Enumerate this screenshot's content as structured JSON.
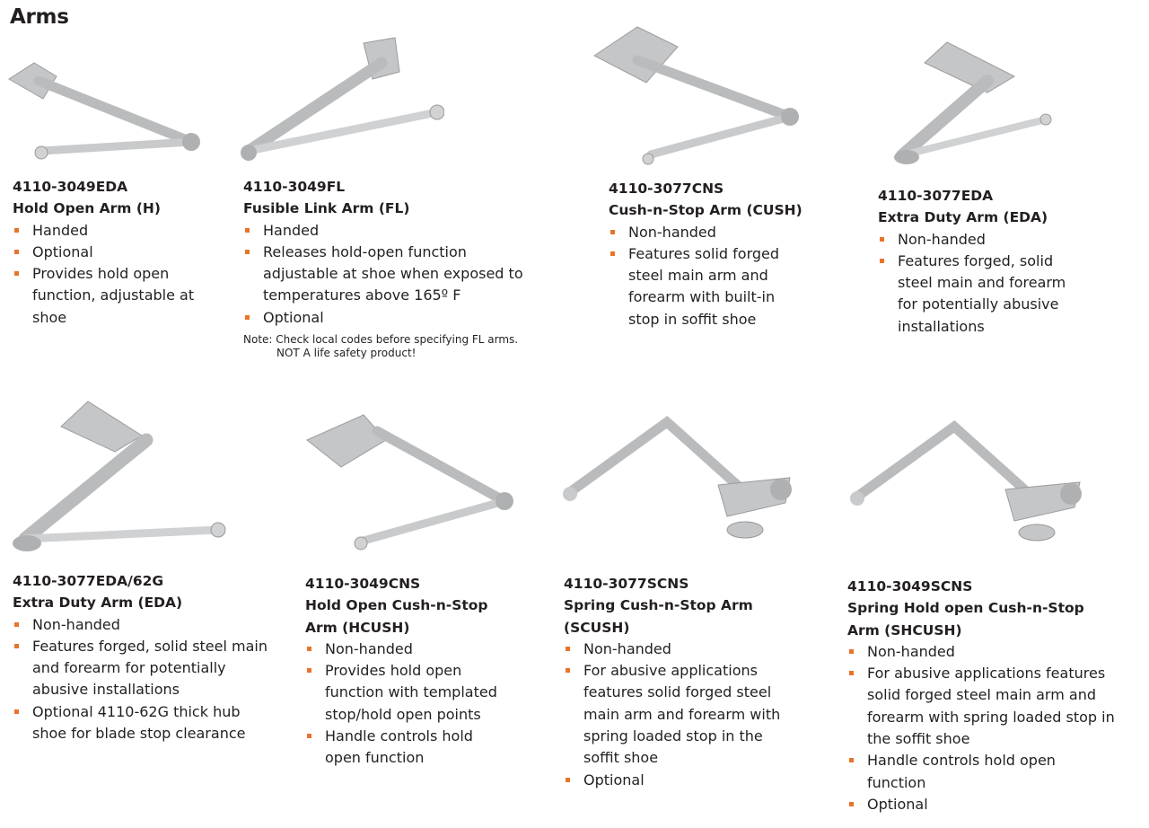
{
  "title": "Arms",
  "accent": "#e8742a",
  "products": [
    {
      "sku": "4110-3049EDA",
      "name": "Hold Open Arm (H)",
      "bullets": [
        "Handed",
        "Optional",
        "Provides hold open function, adjustable at shoe"
      ]
    },
    {
      "sku": "4110-3049FL",
      "name": "Fusible Link Arm (FL)",
      "bullets": [
        "Handed",
        "Releases hold-open function adjustable at shoe when exposed to temperatures above 165º F",
        "Optional"
      ],
      "note1": "Note: Check local codes before specifying FL arms.",
      "note2": "NOT A life safety product!"
    },
    {
      "sku": "4110-3077CNS",
      "name": "Cush-n-Stop Arm (CUSH)",
      "bullets": [
        "Non-handed",
        "Features solid forged steel main arm and forearm with built-in stop in soffit shoe"
      ]
    },
    {
      "sku": "4110-3077EDA",
      "name": "Extra Duty Arm (EDA)",
      "bullets": [
        "Non-handed",
        "Features forged, solid steel main and forearm for potentially abusive installations"
      ]
    },
    {
      "sku": "4110-3077EDA/62G",
      "name": "Extra Duty Arm (EDA)",
      "bullets": [
        "Non-handed",
        "Features forged, solid steel main and forearm for potentially abusive installations",
        "Optional 4110-62G thick hub shoe for blade stop clearance"
      ]
    },
    {
      "sku": "4110-3049CNS",
      "name": "Hold Open Cush-n-Stop Arm (HCUSH)",
      "bullets": [
        "Non-handed",
        "Provides hold open function with templated stop/hold open points",
        "Handle controls hold open function"
      ]
    },
    {
      "sku": "4110-3077SCNS",
      "name": "Spring Cush-n-Stop Arm (SCUSH)",
      "bullets": [
        "Non-handed",
        "For abusive applications features solid forged steel main arm and forearm with spring loaded stop in the soffit shoe",
        "Optional"
      ]
    },
    {
      "sku": "4110-3049SCNS",
      "name": "Spring Hold open Cush-n-Stop Arm (SHCUSH)",
      "bullets": [
        "Non-handed",
        "For abusive applications features solid forged steel main arm and forearm with spring loaded stop in the soffit shoe",
        "Handle controls hold open function",
        "Optional"
      ]
    }
  ]
}
